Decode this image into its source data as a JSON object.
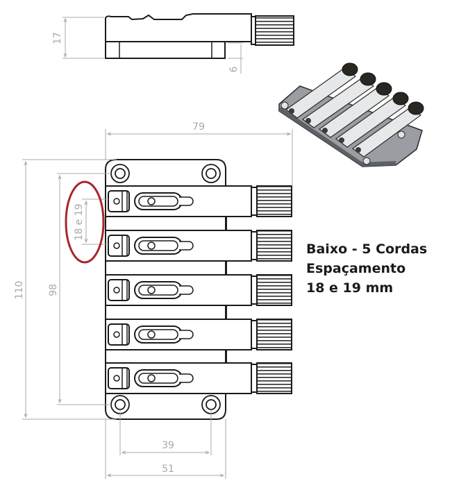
{
  "caption": {
    "line1": "Baixo - 5 Cordas",
    "line2": "Espaçamento",
    "line3": "18 e 19 mm"
  },
  "dimensions": {
    "side_height": "17",
    "side_base": "6",
    "overall_length": "79",
    "overall_height": "110",
    "hole_span_vertical": "98",
    "string_spacing": "18 e 19",
    "hole_span_horizontal": "39",
    "plate_width": "51"
  },
  "views": {
    "side_view": "side-elevation",
    "top_view": "plan-view",
    "iso_view": "isometric-render"
  },
  "tuner_count": 5,
  "colors": {
    "outline": "#1a1a1a",
    "dimension": "#a8a8a8",
    "highlight": "#a8262b"
  }
}
